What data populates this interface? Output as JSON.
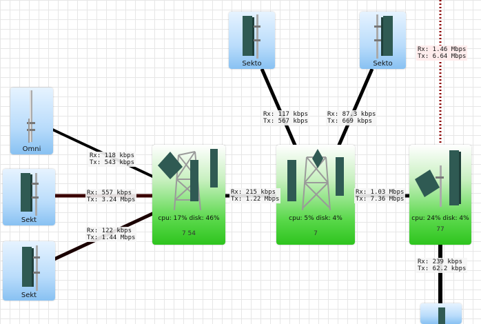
{
  "nodes": {
    "omni": {
      "name": "Omni"
    },
    "sector_left_1": {
      "name": "Sekt"
    },
    "sector_left_2": {
      "name": "Sekt"
    },
    "sector_top_1": {
      "name": "Sekto"
    },
    "sector_top_2": {
      "name": "Sekto"
    },
    "router_left": {
      "stats": "cpu: 17% disk: 46%",
      "ident": "7 54"
    },
    "router_center": {
      "stats": "cpu: 5% disk: 4%",
      "ident": "7"
    },
    "router_right": {
      "stats": "cpu: 24% disk: 4%",
      "ident": "77"
    }
  },
  "links": [
    {
      "rx": "Rx: 118 kbps",
      "tx": "Tx: 543 kbps"
    },
    {
      "rx": "Rx: 557 kbps",
      "tx": "Tx: 3.24 Mbps"
    },
    {
      "rx": "Rx: 122 kbps",
      "tx": "Tx: 1.44 Mbps"
    },
    {
      "rx": "Rx: 215 kbps",
      "tx": "Tx: 1.22 Mbps"
    },
    {
      "rx": "Rx: 117 kbps",
      "tx": "Tx: 567 kbps"
    },
    {
      "rx": "Rx: 87.3 kbps",
      "tx": "Tx: 669 kbps"
    },
    {
      "rx": "Rx: 1.03 Mbps",
      "tx": "Tx: 7.36 Mbps"
    },
    {
      "rx": "Rx: 1.46 Mbps",
      "tx": "Tx: 6.64 Mbps"
    },
    {
      "rx": "Rx: 239 kbps",
      "tx": "Tx: 62.2 kbps"
    }
  ],
  "colors": {
    "link": "#000000",
    "link_heavy": "#3a0000",
    "link_dotted": "#8b0000",
    "router_green": "#2ec41e",
    "node_blue": "#88c1f2"
  },
  "icons": {
    "omni": "omni-antenna-icon",
    "sector": "sector-antenna-icon",
    "router": "tower-router-icon"
  }
}
